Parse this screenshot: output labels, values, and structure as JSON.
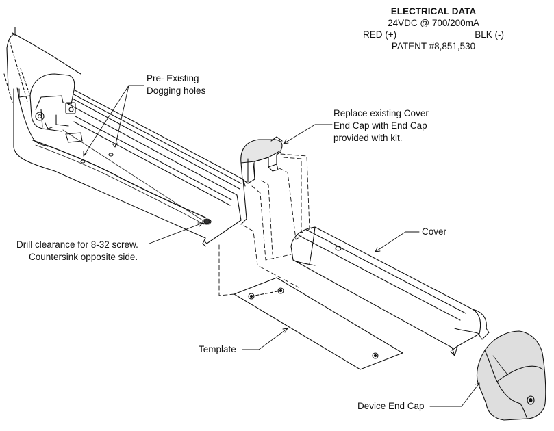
{
  "electrical": {
    "title": "ELECTRICAL DATA",
    "rating": "24VDC @ 700/200mA",
    "wire_red": "RED (+)",
    "wire_black": "BLK (-)",
    "patent": "PATENT #8,851,530"
  },
  "labels": {
    "dogging_holes_1": "Pre- Existing",
    "dogging_holes_2": "Dogging holes",
    "end_cap_1": "Replace existing Cover",
    "end_cap_2": "End Cap with End Cap",
    "end_cap_3": "provided with kit.",
    "cover": "Cover",
    "drill_1": "Drill clearance for 8-32 screw.",
    "drill_2": "Countersink opposite side.",
    "template": "Template",
    "device_end_cap": "Device End Cap"
  },
  "colors": {
    "line": "#111111",
    "shade": "#d9d9d9",
    "background": "#ffffff"
  }
}
